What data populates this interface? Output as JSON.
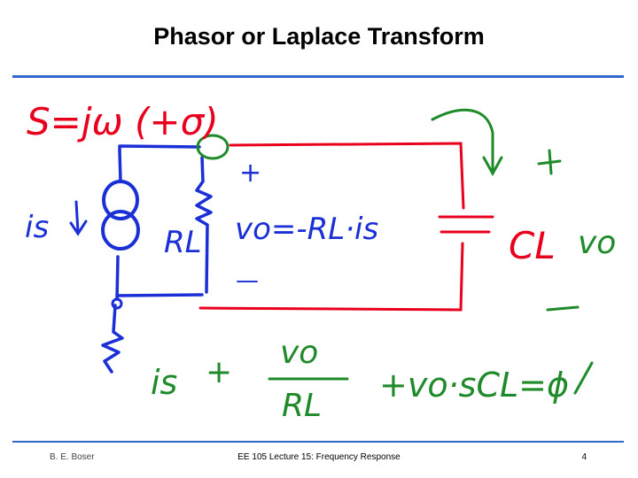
{
  "slide": {
    "title": "Phasor or Laplace Transform",
    "footer": {
      "author": "B. E. Boser",
      "course": "EE 105 Lecture 15: Frequency Response",
      "page": "4"
    }
  },
  "annotations": {
    "s_definition": "S=jω (+σ)",
    "source_current": "is",
    "resistor_label": "RL",
    "vo_equation": "vo=-RL·is",
    "capacitor_label": "CL",
    "output_label": "vo",
    "kcl_is": "is",
    "kcl_plus1": "+",
    "kcl_numerator": "vo",
    "kcl_denominator": "RL",
    "kcl_tail": "+vo·sCL=ϕ",
    "plus_sign": "+",
    "minus_sign": "—"
  },
  "colors": {
    "title_rule": "#3366cc",
    "ink_red": "#e8001c",
    "ink_blue": "#1a2fd6",
    "ink_green": "#1f8a2a"
  }
}
